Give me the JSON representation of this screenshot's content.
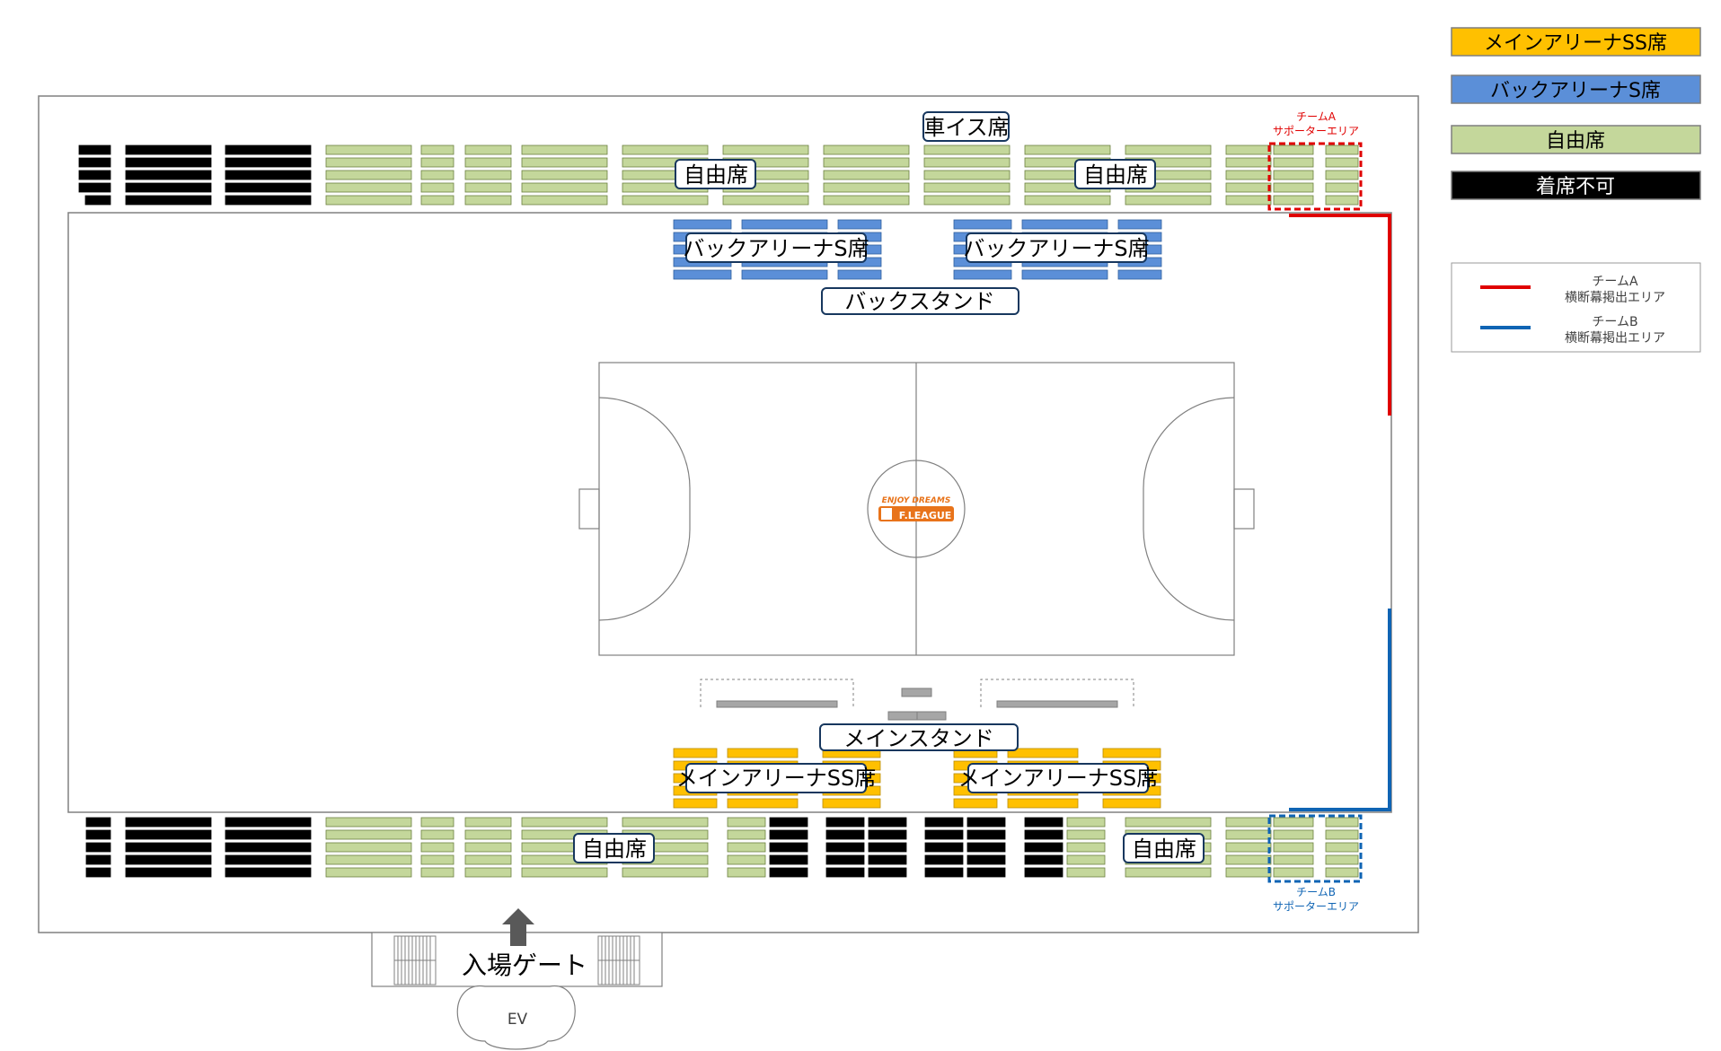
{
  "labels": {
    "wheelchair": "車イス席",
    "free": "自由席",
    "back_s": "バックアリーナS席",
    "back_stand": "バックスタンド",
    "main_stand": "メインスタンド",
    "main_ss": "メインアリーナSS席",
    "entrance": "入場ゲート",
    "ev": "EV",
    "team_a_supporter": [
      "チームA",
      "サポーターエリア"
    ],
    "team_b_supporter": [
      "チームB",
      "サポーターエリア"
    ]
  },
  "legend": [
    {
      "label": "メインアリーナSS席",
      "color": "#ffc000"
    },
    {
      "label": "バックアリーナS席",
      "color": "#5b8fd8"
    },
    {
      "label": "自由席",
      "color": "#c4d79b"
    },
    {
      "label": "着席不可",
      "color": "#000000"
    }
  ],
  "banner_legend": [
    {
      "lines": [
        "チームA",
        "横断幕掲出エリア"
      ],
      "color": "#e00000"
    },
    {
      "lines": [
        "チームB",
        "横断幕掲出エリア"
      ],
      "color": "#0f64b4"
    }
  ],
  "court_logo": {
    "top": "ENJOY DREAMS",
    "bottom": "F.LEAGUE"
  },
  "colors": {
    "ss": "#ffc000",
    "s": "#5b8fd8",
    "free": "#c4d79b",
    "blocked": "#000000",
    "team_a": "#e00000",
    "team_b": "#0f64b4",
    "label_border": "#17375e",
    "logo": "#e8731a"
  }
}
